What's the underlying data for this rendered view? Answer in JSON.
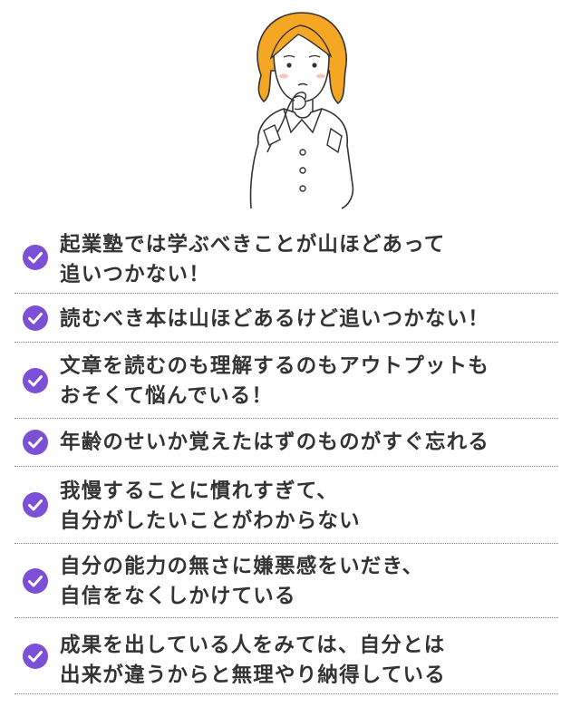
{
  "colors": {
    "check_purple": "#7b4fd6",
    "divider_blue": "#5b8fd6",
    "hair_orange": "#f5a623",
    "text": "#333333"
  },
  "illustration": {
    "icon": "thinking-woman-illustration"
  },
  "checklist": {
    "icon": "check-circle-icon",
    "items": [
      {
        "text": "起業塾では学ぶべきことが山ほどあって\n追いつかない！"
      },
      {
        "text": "読むべき本は山ほどあるけど追いつかない！"
      },
      {
        "text": "文章を読むのも理解するのもアウトプットも\nおそくて悩んでいる！"
      },
      {
        "text": "年齢のせいか覚えたはずのものがすぐ忘れる"
      },
      {
        "text": "我慢することに慣れすぎて、\n自分がしたいことがわからない"
      },
      {
        "text": "自分の能力の無さに嫌悪感をいだき、\n自信をなくしかけている"
      },
      {
        "text": "成果を出している人をみては、自分とは\n出来が違うからと無理やり納得している"
      }
    ]
  }
}
